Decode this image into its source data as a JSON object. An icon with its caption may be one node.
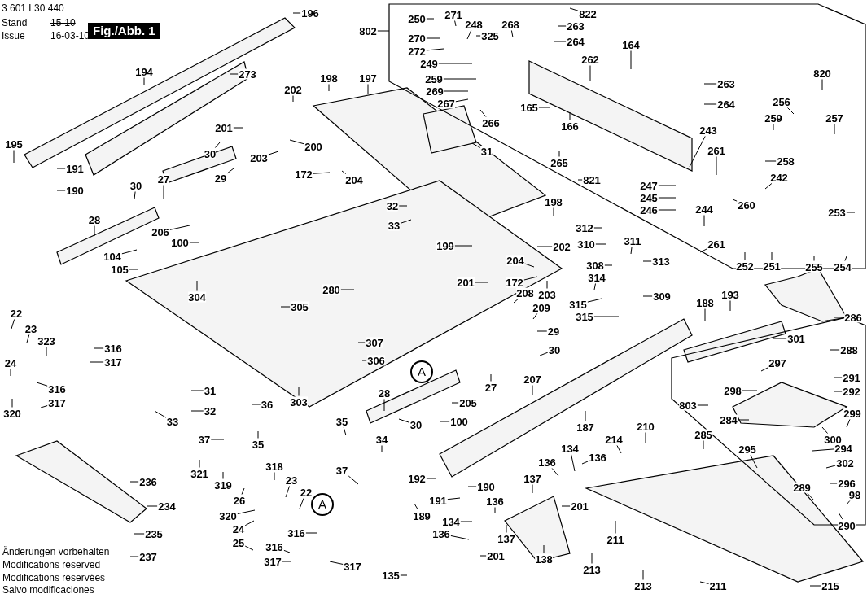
{
  "diagram": {
    "nodes": [
      {
        "text": [
          "196"
        ]
      },
      {
        "text": [
          "802"
        ]
      },
      {
        "text": [
          "250"
        ]
      },
      {
        "text": [
          "271"
        ]
      },
      {
        "text": [
          "248"
        ]
      },
      {
        "text": [
          "268"
        ]
      },
      {
        "text": [
          "822"
        ]
      },
      {
        "text": [
          "325"
        ]
      },
      {
        "text": [
          "263"
        ]
      },
      {
        "text": [
          "264"
        ]
      },
      {
        "text": [
          "270"
        ]
      },
      {
        "text": [
          "272"
        ]
      },
      {
        "text": [
          "249"
        ]
      },
      {
        "text": [
          "259"
        ]
      },
      {
        "text": [
          "164"
        ]
      },
      {
        "text": [
          "262"
        ]
      },
      {
        "text": [
          "194"
        ]
      },
      {
        "text": [
          "273"
        ]
      },
      {
        "text": [
          "820"
        ]
      },
      {
        "text": [
          "198"
        ]
      },
      {
        "text": [
          "197"
        ]
      },
      {
        "text": [
          "202"
        ]
      },
      {
        "text": [
          "263"
        ]
      },
      {
        "text": [
          "269"
        ]
      },
      {
        "text": [
          "256"
        ]
      },
      {
        "text": [
          "257"
        ]
      },
      {
        "text": [
          "259"
        ]
      },
      {
        "text": [
          "267"
        ]
      },
      {
        "text": [
          "165"
        ]
      },
      {
        "text": [
          "264"
        ]
      },
      {
        "text": [
          "201"
        ]
      },
      {
        "text": [
          "166"
        ]
      },
      {
        "text": [
          "266"
        ]
      },
      {
        "text": [
          "243"
        ]
      },
      {
        "text": [
          "31"
        ]
      },
      {
        "text": [
          "261"
        ]
      },
      {
        "text": [
          "200"
        ]
      },
      {
        "text": [
          "30"
        ]
      },
      {
        "text": [
          "258"
        ]
      },
      {
        "text": [
          "195"
        ]
      },
      {
        "text": [
          "203"
        ]
      },
      {
        "text": [
          "191"
        ]
      },
      {
        "text": [
          "172"
        ]
      },
      {
        "text": [
          "204"
        ]
      },
      {
        "text": [
          "29"
        ]
      },
      {
        "text": [
          "265"
        ]
      },
      {
        "text": [
          "821"
        ]
      },
      {
        "text": [
          "242"
        ]
      },
      {
        "text": [
          "190"
        ]
      },
      {
        "text": [
          "30"
        ]
      },
      {
        "text": [
          "27"
        ]
      },
      {
        "text": [
          "247"
        ]
      },
      {
        "text": [
          "245"
        ]
      },
      {
        "text": [
          "246"
        ]
      },
      {
        "text": [
          "260"
        ]
      },
      {
        "text": [
          "244"
        ]
      },
      {
        "text": [
          "198"
        ]
      },
      {
        "text": [
          "253"
        ]
      },
      {
        "text": [
          "28"
        ]
      },
      {
        "text": [
          "32"
        ]
      },
      {
        "text": [
          "206"
        ]
      },
      {
        "text": [
          "312"
        ]
      },
      {
        "text": [
          "33"
        ]
      },
      {
        "text": [
          "199"
        ]
      },
      {
        "text": [
          "100"
        ]
      },
      {
        "text": [
          "202"
        ]
      },
      {
        "text": [
          "310"
        ]
      },
      {
        "text": [
          "311"
        ]
      },
      {
        "text": [
          "261"
        ]
      },
      {
        "text": [
          "104"
        ]
      },
      {
        "text": [
          "313"
        ]
      },
      {
        "text": [
          "204"
        ]
      },
      {
        "text": [
          "308"
        ]
      },
      {
        "text": [
          "252"
        ]
      },
      {
        "text": [
          "251"
        ]
      },
      {
        "text": [
          "255"
        ]
      },
      {
        "text": [
          "254"
        ]
      },
      {
        "text": [
          "105"
        ]
      },
      {
        "text": [
          "201"
        ]
      },
      {
        "text": [
          "172"
        ]
      },
      {
        "text": [
          "314"
        ]
      },
      {
        "text": [
          "203"
        ]
      },
      {
        "text": [
          "280"
        ]
      },
      {
        "text": [
          "304"
        ]
      },
      {
        "text": [
          "309"
        ]
      },
      {
        "text": [
          "208"
        ]
      },
      {
        "text": [
          "193"
        ]
      },
      {
        "text": [
          "22"
        ]
      },
      {
        "text": [
          "305"
        ]
      },
      {
        "text": [
          "188"
        ]
      },
      {
        "text": [
          "315"
        ]
      },
      {
        "text": [
          "286"
        ]
      },
      {
        "text": [
          "23"
        ]
      },
      {
        "text": [
          "209"
        ]
      },
      {
        "text": [
          "315"
        ]
      },
      {
        "text": [
          "301"
        ]
      },
      {
        "text": [
          "323"
        ]
      },
      {
        "text": [
          "316"
        ]
      },
      {
        "text": [
          "307"
        ]
      },
      {
        "text": [
          "29"
        ]
      },
      {
        "text": [
          "288"
        ]
      },
      {
        "text": [
          "24"
        ]
      },
      {
        "text": [
          "317"
        ]
      },
      {
        "text": [
          "306"
        ]
      },
      {
        "text": [
          "30"
        ]
      },
      {
        "text": [
          "297"
        ]
      },
      {
        "text": [
          "316"
        ]
      },
      {
        "text": [
          "291"
        ]
      },
      {
        "text": [
          "298"
        ]
      },
      {
        "text": [
          "292"
        ]
      },
      {
        "text": [
          "31"
        ]
      },
      {
        "text": [
          "27"
        ]
      },
      {
        "text": [
          "207"
        ]
      },
      {
        "text": [
          "36"
        ]
      },
      {
        "text": [
          "303"
        ]
      },
      {
        "text": [
          "28"
        ]
      },
      {
        "text": [
          "205"
        ]
      },
      {
        "text": [
          "320"
        ]
      },
      {
        "text": [
          "317"
        ]
      },
      {
        "text": [
          "32"
        ]
      },
      {
        "text": [
          "803"
        ]
      },
      {
        "text": [
          "284"
        ]
      },
      {
        "text": [
          "299"
        ]
      },
      {
        "text": [
          "35"
        ]
      },
      {
        "text": [
          "30"
        ]
      },
      {
        "text": [
          "33"
        ]
      },
      {
        "text": [
          "100"
        ]
      },
      {
        "text": [
          "187"
        ]
      },
      {
        "text": [
          "285"
        ]
      },
      {
        "text": [
          "210"
        ]
      },
      {
        "text": [
          "300"
        ]
      },
      {
        "text": [
          "35"
        ]
      },
      {
        "text": [
          "37"
        ]
      },
      {
        "text": [
          "214"
        ]
      },
      {
        "text": [
          "294"
        ]
      },
      {
        "text": [
          "295"
        ]
      },
      {
        "text": [
          "34"
        ]
      },
      {
        "text": [
          "134"
        ]
      },
      {
        "text": [
          "136"
        ]
      },
      {
        "text": [
          "136"
        ]
      },
      {
        "text": [
          "321"
        ]
      },
      {
        "text": [
          "236"
        ]
      },
      {
        "text": [
          "302"
        ]
      },
      {
        "text": [
          "192"
        ]
      },
      {
        "text": [
          "190"
        ]
      },
      {
        "text": [
          "37"
        ]
      },
      {
        "text": [
          "318"
        ]
      },
      {
        "text": [
          "319"
        ]
      },
      {
        "text": [
          "137"
        ]
      },
      {
        "text": [
          "296"
        ]
      },
      {
        "text": [
          "26"
        ]
      },
      {
        "text": [
          "23"
        ]
      },
      {
        "text": [
          "289"
        ]
      },
      {
        "text": [
          "98"
        ]
      },
      {
        "text": [
          "191"
        ]
      },
      {
        "text": [
          "201"
        ]
      },
      {
        "text": [
          "136"
        ]
      },
      {
        "text": [
          "22"
        ]
      },
      {
        "text": [
          "189"
        ]
      },
      {
        "text": [
          "234"
        ]
      },
      {
        "text": [
          "320"
        ]
      },
      {
        "text": [
          "290"
        ]
      },
      {
        "text": [
          "211"
        ]
      },
      {
        "text": [
          "134"
        ]
      },
      {
        "text": [
          "316"
        ]
      },
      {
        "text": [
          "24"
        ]
      },
      {
        "text": [
          "136"
        ]
      },
      {
        "text": [
          "137"
        ]
      },
      {
        "text": [
          "235"
        ]
      },
      {
        "text": [
          "25"
        ]
      },
      {
        "text": [
          "316"
        ]
      },
      {
        "text": [
          "138"
        ]
      },
      {
        "text": [
          "201"
        ]
      },
      {
        "text": [
          "237"
        ]
      },
      {
        "text": [
          "317"
        ]
      },
      {
        "text": [
          "317"
        ]
      },
      {
        "text": [
          "135"
        ]
      },
      {
        "text": [
          "213"
        ]
      },
      {
        "text": [
          "213"
        ]
      },
      {
        "text": [
          "211"
        ]
      },
      {
        "text": [
          "215"
        ]
      },
      {
        "text": [
          "A"
        ]
      },
      {
        "text": [
          "A"
        ]
      }
    ],
    "edges": [
      {
        "from": 0,
        "to": null,
        "arrow": "none"
      },
      {
        "from": 1,
        "to": null,
        "arrow": "none"
      },
      {
        "from": 2,
        "to": null,
        "arrow": "none"
      },
      {
        "from": 3,
        "to": null,
        "arrow": "none"
      },
      {
        "from": 4,
        "to": null,
        "arrow": "none"
      },
      {
        "from": 5,
        "to": null,
        "arrow": "none"
      },
      {
        "from": 6,
        "to": null,
        "arrow": "none"
      },
      {
        "from": 7,
        "to": null,
        "arrow": "none"
      },
      {
        "from": 8,
        "to": null,
        "arrow": "none"
      },
      {
        "from": 9,
        "to": null,
        "arrow": "none"
      },
      {
        "from": 10,
        "to": null,
        "arrow": "none"
      },
      {
        "from": 11,
        "to": null,
        "arrow": "none"
      },
      {
        "from": 12,
        "to": null,
        "arrow": "none"
      },
      {
        "from": 13,
        "to": null,
        "arrow": "none"
      },
      {
        "from": 14,
        "to": null,
        "arrow": "none"
      },
      {
        "from": 15,
        "to": null,
        "arrow": "none"
      },
      {
        "from": 16,
        "to": null,
        "arrow": "none"
      },
      {
        "from": 17,
        "to": null,
        "arrow": "none"
      },
      {
        "from": 18,
        "to": null,
        "arrow": "none"
      },
      {
        "from": 19,
        "to": null,
        "arrow": "none"
      },
      {
        "from": 20,
        "to": null,
        "arrow": "none"
      },
      {
        "from": 21,
        "to": null,
        "arrow": "none"
      },
      {
        "from": 22,
        "to": null,
        "arrow": "none"
      },
      {
        "from": 23,
        "to": null,
        "arrow": "none"
      },
      {
        "from": 24,
        "to": null,
        "arrow": "none"
      },
      {
        "from": 25,
        "to": null,
        "arrow": "none"
      },
      {
        "from": 26,
        "to": null,
        "arrow": "none"
      },
      {
        "from": 27,
        "to": null,
        "arrow": "none"
      },
      {
        "from": 28,
        "to": null,
        "arrow": "none"
      },
      {
        "from": 29,
        "to": null,
        "arrow": "none"
      },
      {
        "from": 30,
        "to": null,
        "arrow": "none"
      },
      {
        "from": 31,
        "to": null,
        "arrow": "none"
      },
      {
        "from": 32,
        "to": null,
        "arrow": "none"
      },
      {
        "from": 33,
        "to": null,
        "arrow": "none"
      },
      {
        "from": 34,
        "to": null,
        "arrow": "none"
      },
      {
        "from": 35,
        "to": null,
        "arrow": "none"
      },
      {
        "from": 36,
        "to": null,
        "arrow": "none"
      },
      {
        "from": 37,
        "to": null,
        "arrow": "none"
      },
      {
        "from": 38,
        "to": null,
        "arrow": "none"
      },
      {
        "from": 39,
        "to": null,
        "arrow": "none"
      },
      {
        "from": 40,
        "to": null,
        "arrow": "none"
      },
      {
        "from": 41,
        "to": null,
        "arrow": "none"
      },
      {
        "from": 42,
        "to": null,
        "arrow": "none"
      },
      {
        "from": 43,
        "to": null,
        "arrow": "none"
      },
      {
        "from": 44,
        "to": null,
        "arrow": "none"
      },
      {
        "from": 45,
        "to": null,
        "arrow": "none"
      },
      {
        "from": 46,
        "to": null,
        "arrow": "none"
      },
      {
        "from": 47,
        "to": null,
        "arrow": "none"
      },
      {
        "from": 48,
        "to": null,
        "arrow": "none"
      },
      {
        "from": 49,
        "to": null,
        "arrow": "none"
      },
      {
        "from": 50,
        "to": null,
        "arrow": "none"
      },
      {
        "from": 51,
        "to": null,
        "arrow": "none"
      },
      {
        "from": 52,
        "to": null,
        "arrow": "none"
      },
      {
        "from": 53,
        "to": null,
        "arrow": "none"
      },
      {
        "from": 54,
        "to": null,
        "arrow": "none"
      },
      {
        "from": 55,
        "to": null,
        "arrow": "none"
      },
      {
        "from": 56,
        "to": null,
        "arrow": "none"
      },
      {
        "from": 57,
        "to": null,
        "arrow": "none"
      },
      {
        "from": 58,
        "to": null,
        "arrow": "none"
      },
      {
        "from": 59,
        "to": null,
        "arrow": "none"
      },
      {
        "from": 60,
        "to": null,
        "arrow": "none"
      },
      {
        "from": 61,
        "to": null,
        "arrow": "none"
      },
      {
        "from": 62,
        "to": null,
        "arrow": "none"
      },
      {
        "from": 63,
        "to": null,
        "arrow": "none"
      },
      {
        "from": 64,
        "to": null,
        "arrow": "none"
      },
      {
        "from": 65,
        "to": null,
        "arrow": "none"
      },
      {
        "from": 66,
        "to": null,
        "arrow": "none"
      },
      {
        "from": 67,
        "to": null,
        "arrow": "none"
      },
      {
        "from": 68,
        "to": null,
        "arrow": "none"
      },
      {
        "from": 69,
        "to": null,
        "arrow": "none"
      },
      {
        "from": 70,
        "to": null,
        "arrow": "none"
      },
      {
        "from": 71,
        "to": null,
        "arrow": "none"
      },
      {
        "from": 72,
        "to": null,
        "arrow": "none"
      },
      {
        "from": 73,
        "to": null,
        "arrow": "none"
      },
      {
        "from": 74,
        "to": null,
        "arrow": "none"
      },
      {
        "from": 75,
        "to": null,
        "arrow": "none"
      },
      {
        "from": 76,
        "to": null,
        "arrow": "none"
      },
      {
        "from": 77,
        "to": null,
        "arrow": "none"
      },
      {
        "from": 78,
        "to": null,
        "arrow": "none"
      },
      {
        "from": 79,
        "to": null,
        "arrow": "none"
      },
      {
        "from": 80,
        "to": null,
        "arrow": "none"
      },
      {
        "from": 81,
        "to": null,
        "arrow": "none"
      },
      {
        "from": 82,
        "to": null,
        "arrow": "none"
      },
      {
        "from": 83,
        "to": null,
        "arrow": "none"
      },
      {
        "from": 84,
        "to": null,
        "arrow": "none"
      },
      {
        "from": 85,
        "to": null,
        "arrow": "none"
      },
      {
        "from": 86,
        "to": null,
        "arrow": "none"
      },
      {
        "from": 87,
        "to": null,
        "arrow": "none"
      },
      {
        "from": 88,
        "to": null,
        "arrow": "none"
      },
      {
        "from": 89,
        "to": null,
        "arrow": "none"
      },
      {
        "from": 90,
        "to": null,
        "arrow": "none"
      },
      {
        "from": 91,
        "to": null,
        "arrow": "none"
      },
      {
        "from": 92,
        "to": null,
        "arrow": "none"
      },
      {
        "from": 93,
        "to": null,
        "arrow": "none"
      },
      {
        "from": 94,
        "to": null,
        "arrow": "none"
      },
      {
        "from": 95,
        "to": null,
        "arrow": "none"
      },
      {
        "from": 96,
        "to": null,
        "arrow": "none"
      },
      {
        "from": 97,
        "to": null,
        "arrow": "none"
      },
      {
        "from": 98,
        "to": null,
        "arrow": "none"
      },
      {
        "from": 99,
        "to": null,
        "arrow": "none"
      },
      {
        "from": 100,
        "to": null,
        "arrow": "none"
      },
      {
        "from": 101,
        "to": null,
        "arrow": "none"
      },
      {
        "from": 102,
        "to": null,
        "arrow": "none"
      },
      {
        "from": 103,
        "to": null,
        "arrow": "none"
      },
      {
        "from": 104,
        "to": null,
        "arrow": "none"
      },
      {
        "from": 105,
        "to": null,
        "arrow": "none"
      },
      {
        "from": 106,
        "to": null,
        "arrow": "none"
      },
      {
        "from": 107,
        "to": null,
        "arrow": "none"
      },
      {
        "from": 108,
        "to": null,
        "arrow": "none"
      },
      {
        "from": 109,
        "to": null,
        "arrow": "none"
      },
      {
        "from": 110,
        "to": null,
        "arrow": "none"
      },
      {
        "from": 111,
        "to": null,
        "arrow": "none"
      },
      {
        "from": 112,
        "to": null,
        "arrow": "none"
      },
      {
        "from": 113,
        "to": null,
        "arrow": "none"
      },
      {
        "from": 114,
        "to": null,
        "arrow": "none"
      },
      {
        "from": 115,
        "to": null,
        "arrow": "none"
      },
      {
        "from": 116,
        "to": null,
        "arrow": "none"
      },
      {
        "from": 117,
        "to": null,
        "arrow": "none"
      },
      {
        "from": 118,
        "to": null,
        "arrow": "none"
      },
      {
        "from": 119,
        "to": null,
        "arrow": "none"
      },
      {
        "from": 120,
        "to": null,
        "arrow": "none"
      },
      {
        "from": 121,
        "to": null,
        "arrow": "none"
      },
      {
        "from": 122,
        "to": null,
        "arrow": "none"
      },
      {
        "from": 123,
        "to": null,
        "arrow": "none"
      },
      {
        "from": 124,
        "to": null,
        "arrow": "none"
      },
      {
        "from": 125,
        "to": null,
        "arrow": "none"
      },
      {
        "from": 126,
        "to": null,
        "arrow": "none"
      },
      {
        "from": 127,
        "to": null,
        "arrow": "none"
      },
      {
        "from": 128,
        "to": null,
        "arrow": "none"
      },
      {
        "from": 129,
        "to": null,
        "arrow": "none"
      },
      {
        "from": 130,
        "to": null,
        "arrow": "none"
      },
      {
        "from": 131,
        "to": null,
        "arrow": "none"
      },
      {
        "from": 132,
        "to": null,
        "arrow": "none"
      },
      {
        "from": 133,
        "to": null,
        "arrow": "none"
      },
      {
        "from": 134,
        "to": null,
        "arrow": "none"
      },
      {
        "from": 135,
        "to": null,
        "arrow": "none"
      },
      {
        "from": 136,
        "to": null,
        "arrow": "none"
      },
      {
        "from": 137,
        "to": null,
        "arrow": "none"
      },
      {
        "from": 138,
        "to": null,
        "arrow": "none"
      },
      {
        "from": 139,
        "to": null,
        "arrow": "none"
      },
      {
        "from": 140,
        "to": null,
        "arrow": "none"
      },
      {
        "from": 141,
        "to": null,
        "arrow": "none"
      },
      {
        "from": 142,
        "to": null,
        "arrow": "none"
      },
      {
        "from": 143,
        "to": null,
        "arrow": "none"
      },
      {
        "from": 144,
        "to": null,
        "arrow": "none"
      },
      {
        "from": 145,
        "to": null,
        "arrow": "none"
      },
      {
        "from": 146,
        "to": null,
        "arrow": "none"
      },
      {
        "from": 147,
        "to": null,
        "arrow": "none"
      },
      {
        "from": 148,
        "to": null,
        "arrow": "none"
      },
      {
        "from": 149,
        "to": null,
        "arrow": "none"
      },
      {
        "from": 150,
        "to": null,
        "arrow": "none"
      },
      {
        "from": 151,
        "to": null,
        "arrow": "none"
      },
      {
        "from": 152,
        "to": null,
        "arrow": "none"
      },
      {
        "from": 153,
        "to": null,
        "arrow": "none"
      },
      {
        "from": 154,
        "to": null,
        "arrow": "none"
      },
      {
        "from": 155,
        "to": null,
        "arrow": "none"
      },
      {
        "from": 156,
        "to": null,
        "arrow": "none"
      },
      {
        "from": 157,
        "to": null,
        "arrow": "none"
      },
      {
        "from": 158,
        "to": null,
        "arrow": "none"
      },
      {
        "from": 159,
        "to": null,
        "arrow": "none"
      },
      {
        "from": 160,
        "to": null,
        "arrow": "none"
      },
      {
        "from": 161,
        "to": null,
        "arrow": "none"
      },
      {
        "from": 162,
        "to": null,
        "arrow": "none"
      },
      {
        "from": 163,
        "to": null,
        "arrow": "none"
      },
      {
        "from": 164,
        "to": null,
        "arrow": "none"
      },
      {
        "from": 165,
        "to": null,
        "arrow": "none"
      },
      {
        "from": 166,
        "to": null,
        "arrow": "none"
      },
      {
        "from": 167,
        "to": null,
        "arrow": "none"
      },
      {
        "from": 168,
        "to": null,
        "arrow": "none"
      },
      {
        "from": 169,
        "to": null,
        "arrow": "none"
      },
      {
        "from": 170,
        "to": null,
        "arrow": "none"
      },
      {
        "from": 171,
        "to": null,
        "arrow": "none"
      },
      {
        "from": 172,
        "to": null,
        "arrow": "none"
      },
      {
        "from": 173,
        "to": null,
        "arrow": "none"
      },
      {
        "from": 174,
        "to": null,
        "arrow": "none"
      },
      {
        "from": 175,
        "to": null,
        "arrow": "none"
      },
      {
        "from": 176,
        "to": null,
        "arrow": "none"
      },
      {
        "from": 177,
        "to": null,
        "arrow": "none"
      },
      {
        "from": 178,
        "to": null,
        "arrow": "none"
      },
      {
        "from": 179,
        "to": null,
        "arrow": "none"
      },
      {
        "from": 180,
        "to": null,
        "arrow": "none"
      }
    ],
    "labels": [
      "3 601 L30 440",
      "Stand",
      "Issue",
      "15-10",
      "16-03-10",
      "Fig./Abb. 1",
      "Änderungen vorbehalten",
      "Modifications reserved",
      "Modifications réservées",
      "Salvo modificaciones"
    ]
  }
}
